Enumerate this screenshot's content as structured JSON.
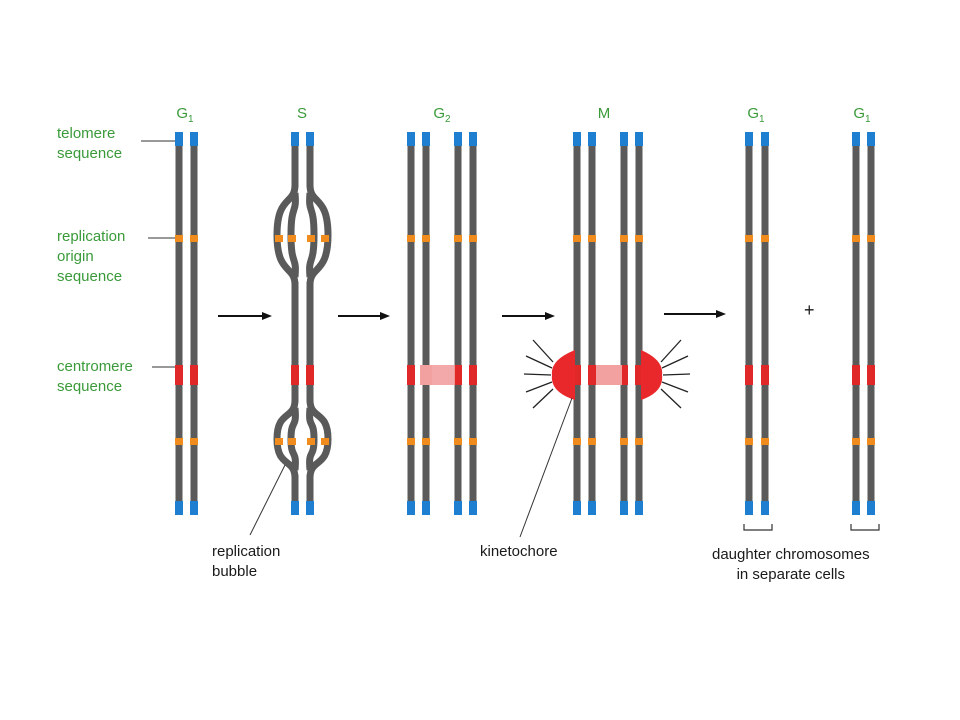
{
  "phases": [
    {
      "letter": "G",
      "sub": "1"
    },
    {
      "letter": "S",
      "sub": ""
    },
    {
      "letter": "G",
      "sub": "2"
    },
    {
      "letter": "M",
      "sub": ""
    },
    {
      "letter": "G",
      "sub": "1"
    },
    {
      "letter": "G",
      "sub": "1"
    }
  ],
  "left_labels": {
    "telomere_1": "telomere",
    "telomere_2": "sequence",
    "origin_1": "replication",
    "origin_2": "origin",
    "origin_3": "sequence",
    "centromere_1": "centromere",
    "centromere_2": "sequence"
  },
  "bottom_labels": {
    "bubble_1": "replication",
    "bubble_2": "bubble",
    "kinetochore": "kinetochore",
    "daughter_1": "daughter chromosomes",
    "daughter_2": "in separate cells"
  },
  "plus_sign": "+",
  "colors": {
    "strand": "#5a5a5a",
    "telomere": "#1e7fd0",
    "origin": "#f08c1e",
    "centromere": "#e02828",
    "centromere_link": "#f2a0a0",
    "kinetochore": "#e8282a",
    "label_green": "#3a9a3a"
  }
}
